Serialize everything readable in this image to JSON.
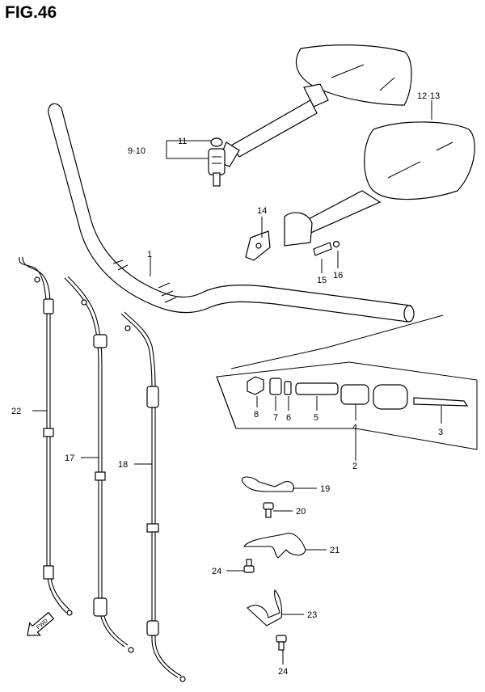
{
  "figure": {
    "title": "FIG.46"
  },
  "callouts": {
    "c1": "1",
    "c2": "2",
    "c3": "3",
    "c4": "4",
    "c5": "5",
    "c6": "6",
    "c7": "7",
    "c8": "8",
    "c9_10": "9·10",
    "c11": "11",
    "c12_13": "12·13",
    "c14": "14",
    "c15": "15",
    "c16": "16",
    "c17": "17",
    "c18": "18",
    "c19": "19",
    "c20": "20",
    "c21": "21",
    "c22": "22",
    "c23": "23",
    "c24a": "24",
    "c24b": "24"
  },
  "direction": {
    "fwd": "FWD"
  },
  "icons": [
    "fwd-arrow-icon"
  ]
}
